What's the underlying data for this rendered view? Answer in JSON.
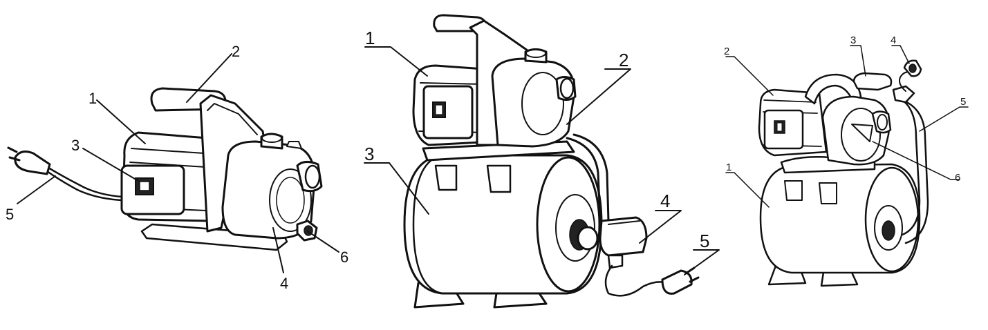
{
  "figures": [
    {
      "name": "surface-pump",
      "labels": [
        {
          "key": "1",
          "text": "1"
        },
        {
          "key": "2",
          "text": "2"
        },
        {
          "key": "3",
          "text": "3"
        },
        {
          "key": "4",
          "text": "4"
        },
        {
          "key": "5",
          "text": "5"
        },
        {
          "key": "6",
          "text": "6"
        }
      ]
    },
    {
      "name": "booster-pump-horizontal-tank",
      "labels": [
        {
          "key": "1",
          "text": "1"
        },
        {
          "key": "2",
          "text": "2"
        },
        {
          "key": "3",
          "text": "3"
        },
        {
          "key": "4",
          "text": "4"
        },
        {
          "key": "5",
          "text": "5"
        }
      ]
    },
    {
      "name": "booster-pump-small-tank",
      "labels": [
        {
          "key": "1",
          "text": "1"
        },
        {
          "key": "2",
          "text": "2"
        },
        {
          "key": "3",
          "text": "3"
        },
        {
          "key": "4",
          "text": "4"
        },
        {
          "key": "5",
          "text": "5"
        },
        {
          "key": "6",
          "text": "6"
        }
      ]
    }
  ]
}
